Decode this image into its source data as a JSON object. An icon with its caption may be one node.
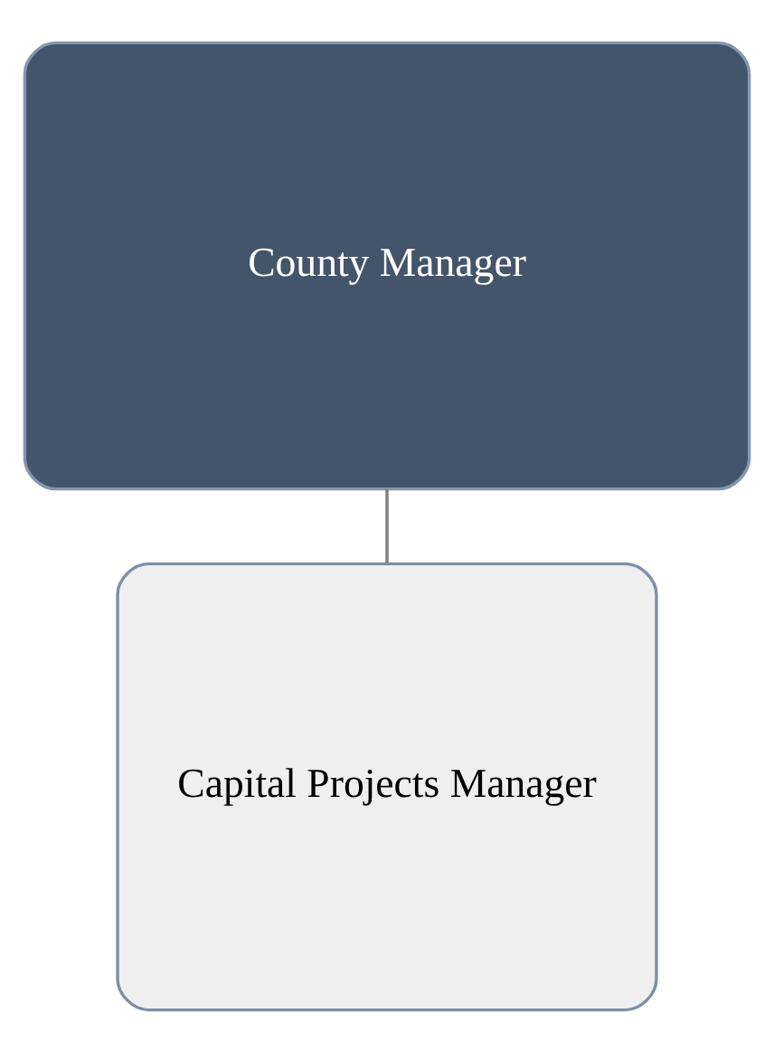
{
  "diagram": {
    "nodes": [
      {
        "text": [
          "County Manager"
        ]
      },
      {
        "text": [
          "Capital Projects Manager"
        ]
      }
    ],
    "edges": [
      {
        "from": 0,
        "to": 1,
        "arrow": "none"
      }
    ]
  }
}
